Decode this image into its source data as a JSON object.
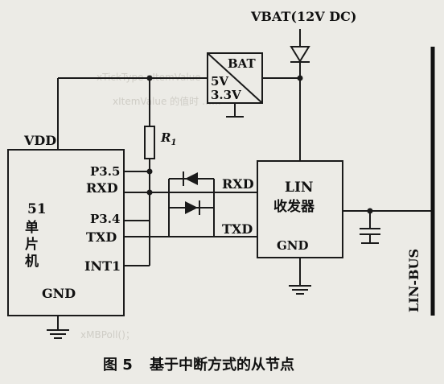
{
  "supply": {
    "vbat": "VBAT(12V DC)"
  },
  "regulator": {
    "label": "BAT",
    "vout_5": "5V",
    "vout_33": "3.3V"
  },
  "mcu": {
    "name_line1": "51",
    "name_line2": "单",
    "name_line3": "片",
    "name_line4": "机",
    "pin_vdd": "VDD",
    "pin_p35": "P3.5",
    "pin_rxd": "RXD",
    "pin_p34": "P3.4",
    "pin_txd": "TXD",
    "pin_int1": "INT1",
    "pin_gnd": "GND"
  },
  "resistor": {
    "label": "R",
    "subscript": "1"
  },
  "transceiver": {
    "name_line1": "LIN",
    "name_line2": "收发器",
    "pin_rxd": "RXD",
    "pin_txd": "TXD",
    "pin_gnd": "GND"
  },
  "bus": {
    "label": "LIN-BUS"
  },
  "caption": {
    "figure": "图 5",
    "title": "基于中断方式的从节点"
  }
}
